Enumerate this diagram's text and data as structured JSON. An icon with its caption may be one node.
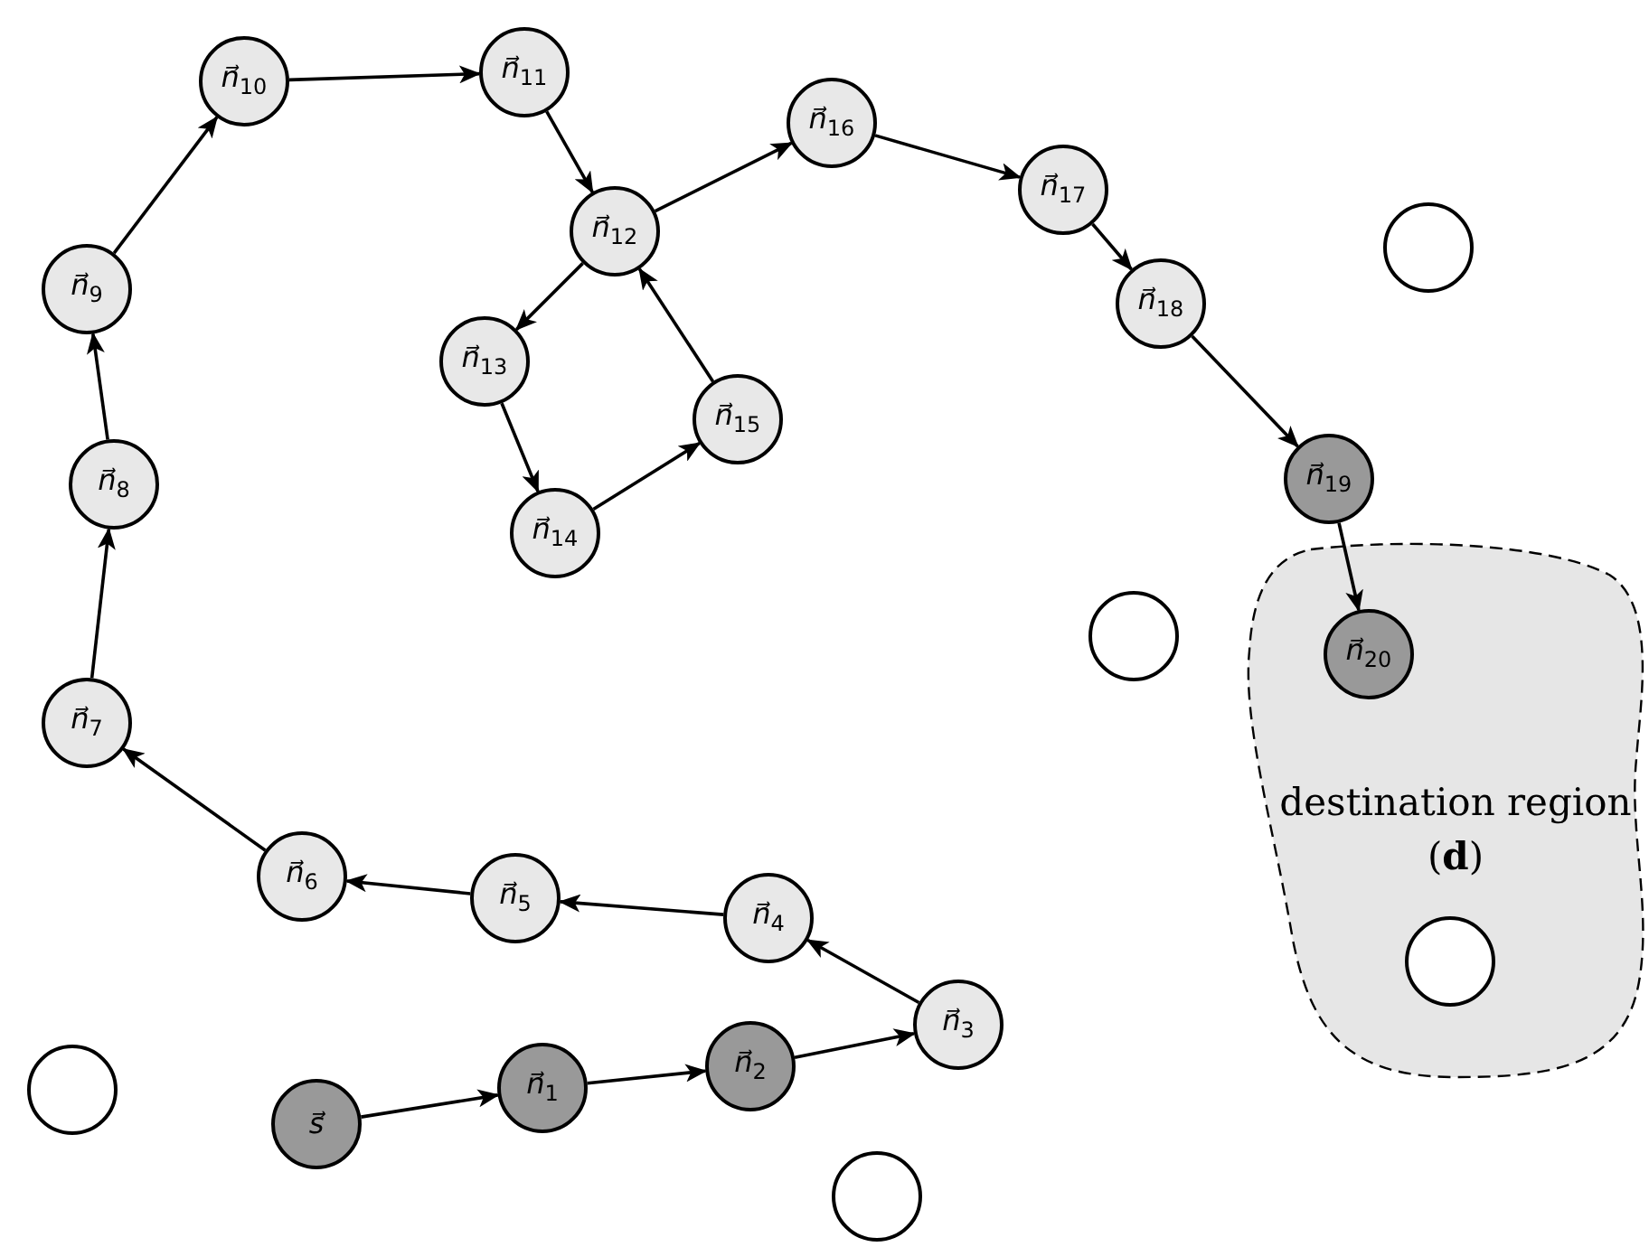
{
  "diagram": {
    "nodes": [
      {
        "text": [
          "s⃗"
        ]
      },
      {
        "text": [
          "n⃗$_{1}$"
        ]
      },
      {
        "text": [
          "n⃗$_{2}$"
        ]
      },
      {
        "text": [
          "n⃗$_{3}$"
        ]
      },
      {
        "text": [
          "n⃗$_{4}$"
        ]
      },
      {
        "text": [
          "n⃗$_{5}$"
        ]
      },
      {
        "text": [
          "n⃗$_{6}$"
        ]
      },
      {
        "text": [
          "n⃗$_{7}$"
        ]
      },
      {
        "text": [
          "n⃗$_{8}$"
        ]
      },
      {
        "text": [
          "n⃗$_{9}$"
        ]
      },
      {
        "text": [
          "n⃗$_{10}$"
        ]
      },
      {
        "text": [
          "n⃗$_{11}$"
        ]
      },
      {
        "text": [
          "n⃗$_{12}$"
        ]
      },
      {
        "text": [
          "n⃗$_{13}$"
        ]
      },
      {
        "text": [
          "n⃗$_{14}$"
        ]
      },
      {
        "text": [
          "n⃗$_{15}$"
        ]
      },
      {
        "text": [
          "n⃗$_{16}$"
        ]
      },
      {
        "text": [
          "n⃗$_{17}$"
        ]
      },
      {
        "text": [
          "n⃗$_{18}$"
        ]
      },
      {
        "text": [
          "n⃗$_{19}$"
        ]
      },
      {
        "text": [
          "destination region (**d**)"
        ]
      },
      {
        "text": [
          "n⃗$_{20}$"
        ],
        "in": 20
      },
      {
        "text": [],
        "shape": "circle",
        "in": 20
      },
      {
        "text": [],
        "shape": "circle"
      },
      {
        "text": [],
        "shape": "circle"
      },
      {
        "text": [],
        "shape": "circle"
      },
      {
        "text": [],
        "shape": "circle"
      }
    ],
    "edges": [
      {
        "from": 0,
        "to": 1,
        "arrow": "to"
      },
      {
        "from": 1,
        "to": 2,
        "arrow": "to"
      },
      {
        "from": 2,
        "to": 3,
        "arrow": "to"
      },
      {
        "from": 3,
        "to": 4,
        "arrow": "to"
      },
      {
        "from": 4,
        "to": 5,
        "arrow": "to"
      },
      {
        "from": 5,
        "to": 6,
        "arrow": "to"
      },
      {
        "from": 6,
        "to": 7,
        "arrow": "to"
      },
      {
        "from": 7,
        "to": 8,
        "arrow": "to"
      },
      {
        "from": 8,
        "to": 9,
        "arrow": "to"
      },
      {
        "from": 9,
        "to": 10,
        "arrow": "to"
      },
      {
        "from": 10,
        "to": 11,
        "arrow": "to"
      },
      {
        "from": 11,
        "to": 12,
        "arrow": "to"
      },
      {
        "from": 12,
        "to": 13,
        "arrow": "to"
      },
      {
        "from": 13,
        "to": 14,
        "arrow": "to"
      },
      {
        "from": 14,
        "to": 15,
        "arrow": "to"
      },
      {
        "from": 15,
        "to": 12,
        "arrow": "to"
      },
      {
        "from": 12,
        "to": 16,
        "arrow": "to"
      },
      {
        "from": 16,
        "to": 17,
        "arrow": "to"
      },
      {
        "from": 17,
        "to": 18,
        "arrow": "to"
      },
      {
        "from": 18,
        "to": 19,
        "arrow": "to"
      },
      {
        "from": 19,
        "to": 21,
        "arrow": "to"
      }
    ]
  }
}
